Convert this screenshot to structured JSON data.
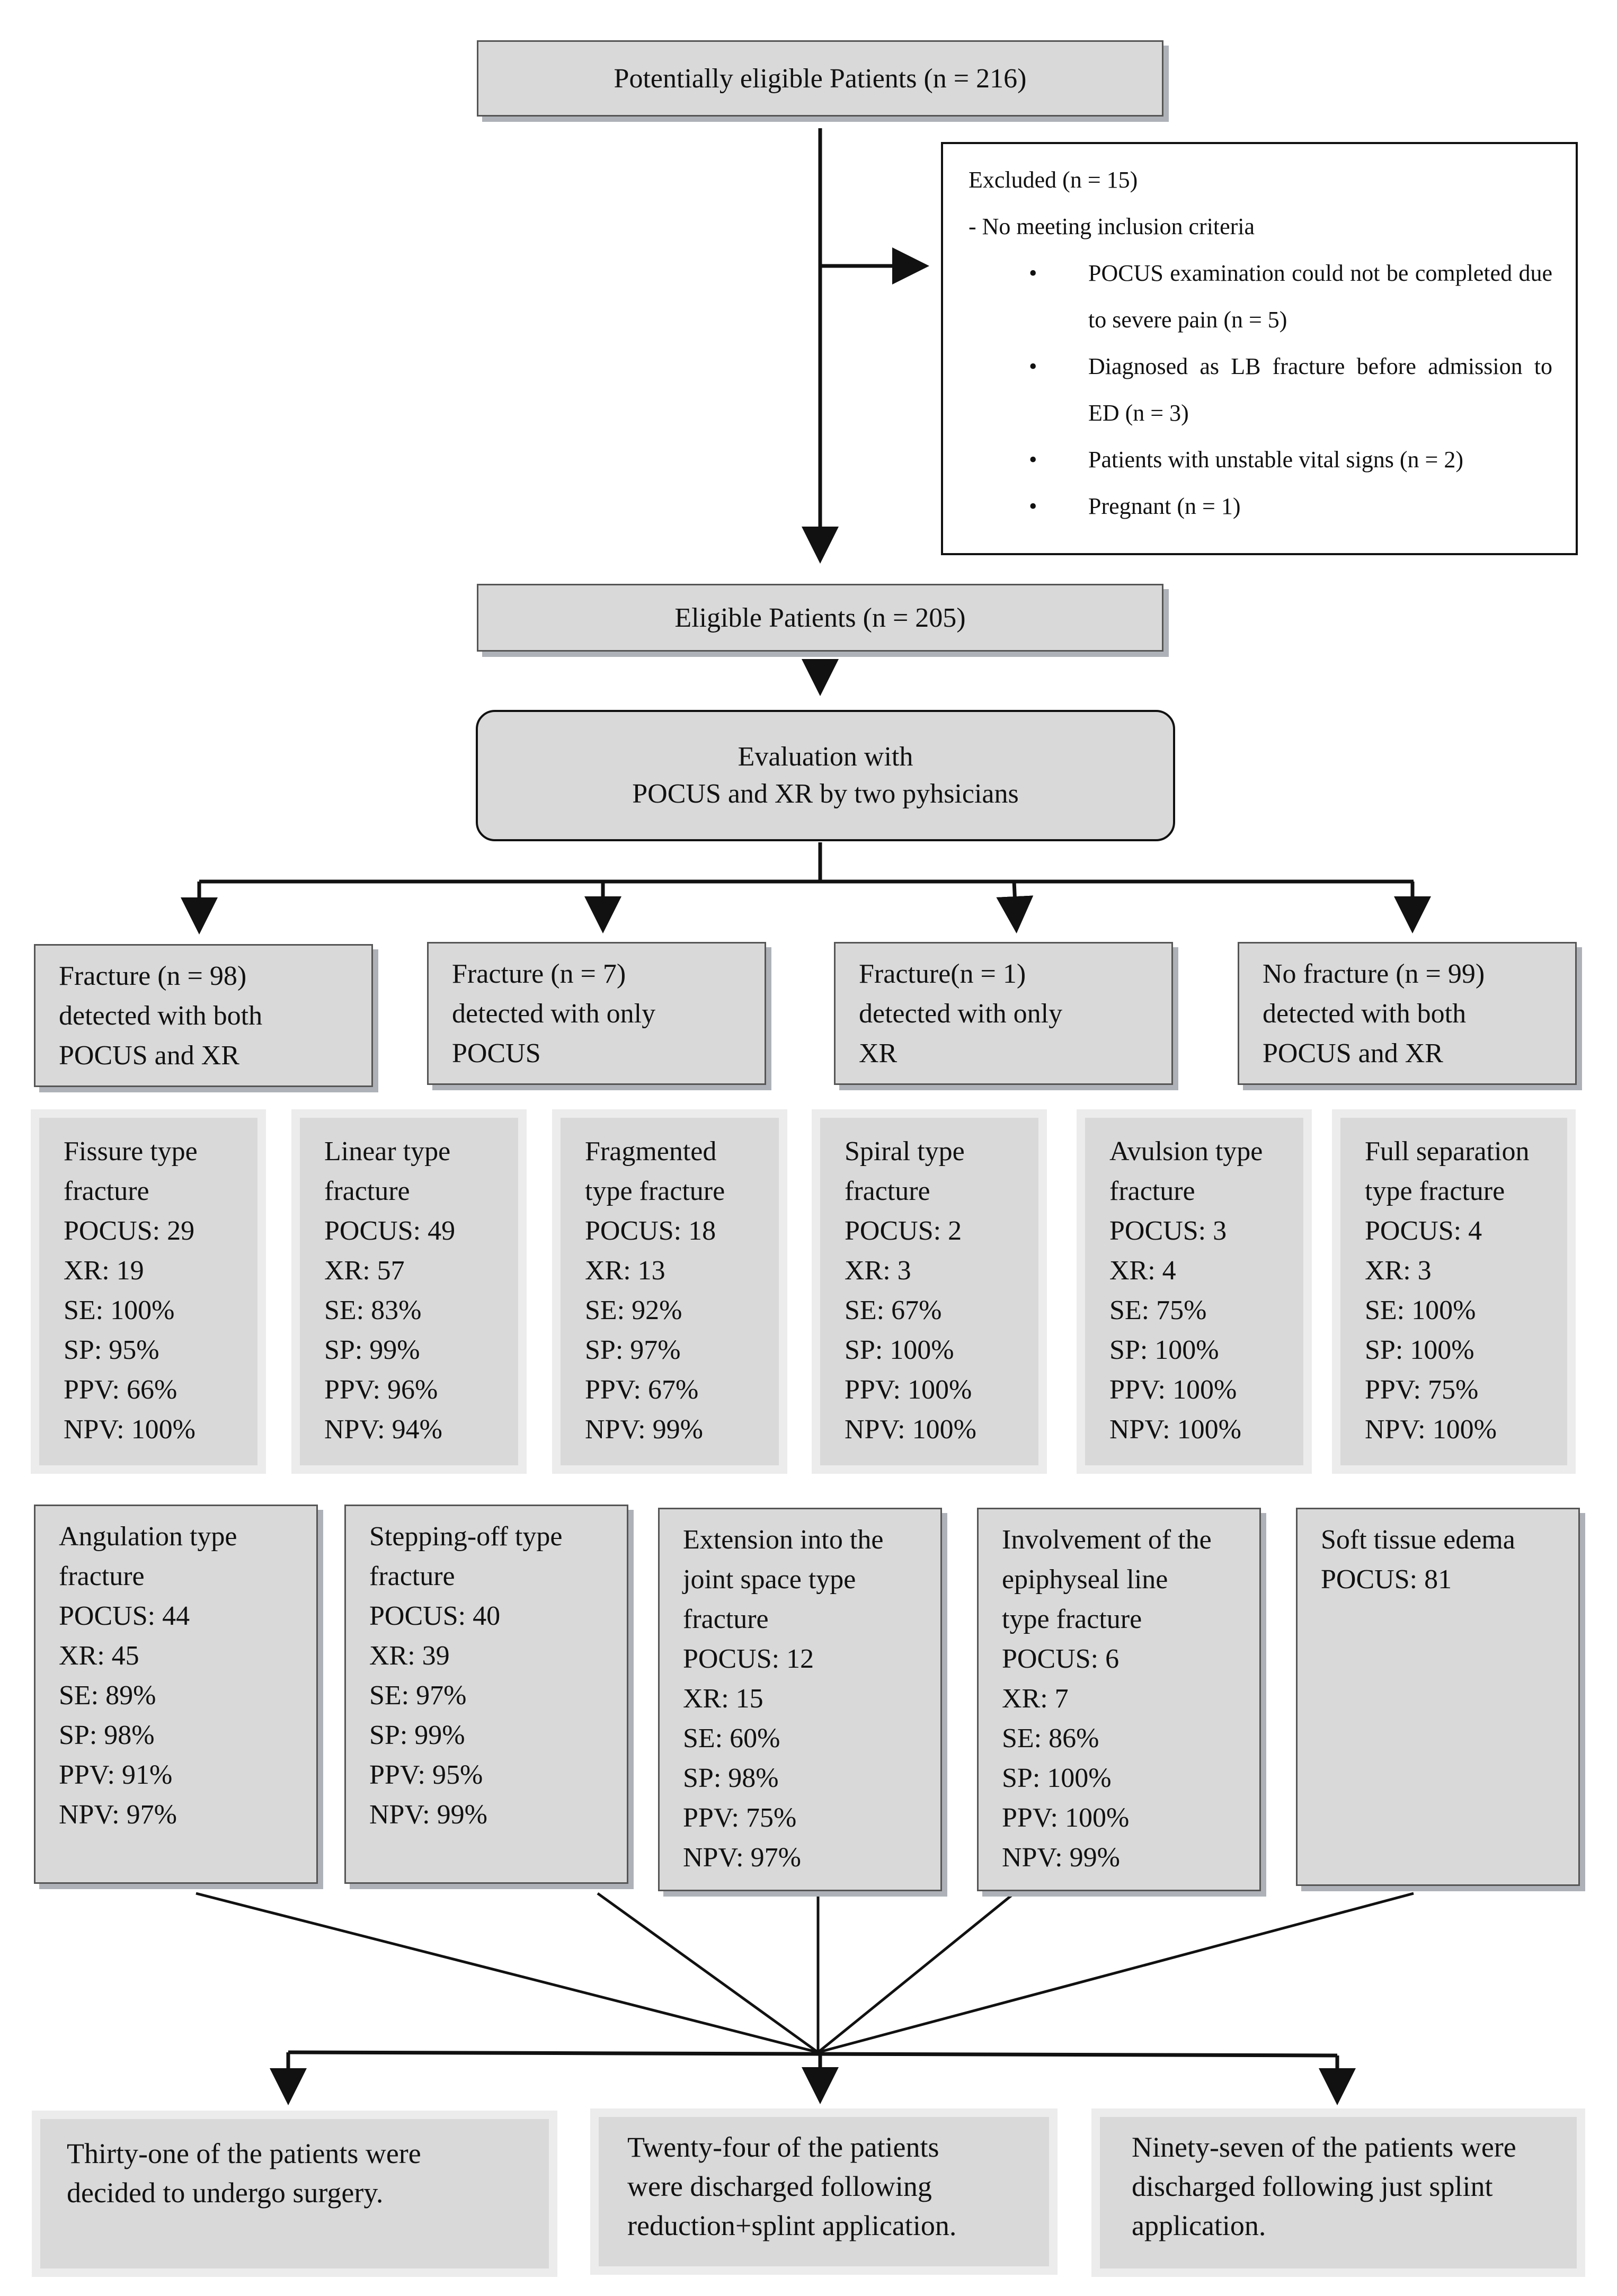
{
  "top": {
    "label": "Potentially eligible Patients (n = 216)"
  },
  "excluded": {
    "title": "Excluded (n = 15)",
    "subtitle": "-  No meeting inclusion criteria",
    "items": [
      "POCUS examination could not be completed due to severe pain (n = 5)",
      "Diagnosed as LB fracture before admission to ED (n = 3)",
      "Patients with unstable vital signs (n = 2)",
      "Pregnant (n = 1)"
    ],
    "bullet": "•"
  },
  "eligible": {
    "label": "Eligible Patients (n = 205)"
  },
  "evaluation": {
    "line1": "Evaluation with",
    "line2": "POCUS and XR by two pyhsicians"
  },
  "categories": [
    {
      "l1": "Fracture (n = 98)",
      "l2": "detected with both",
      "l3": "POCUS and XR"
    },
    {
      "l1": "Fracture (n = 7)",
      "l2": "detected with only",
      "l3": "POCUS"
    },
    {
      "l1": "Fracture(n = 1)",
      "l2": "detected with only",
      "l3": "XR"
    },
    {
      "l1": "No fracture (n = 99)",
      "l2": "detected with both",
      "l3": "POCUS and XR"
    }
  ],
  "types_row1": [
    {
      "name1": "Fissure type",
      "name2": "fracture",
      "pocus": "POCUS: 29",
      "xr": "XR: 19",
      "se": "SE: 100%",
      "sp": "SP: 95%",
      "ppv": "PPV: 66%",
      "npv": "NPV: 100%"
    },
    {
      "name1": "Linear type",
      "name2": "fracture",
      "pocus": "POCUS: 49",
      "xr": "XR: 57",
      "se": "SE: 83%",
      "sp": "SP: 99%",
      "ppv": "PPV: 96%",
      "npv": "NPV: 94%"
    },
    {
      "name1": "Fragmented",
      "name2": "type fracture",
      "pocus": "POCUS: 18",
      "xr": "XR: 13",
      "se": "SE: 92%",
      "sp": "SP: 97%",
      "ppv": "PPV: 67%",
      "npv": "NPV: 99%"
    },
    {
      "name1": "Spiral type",
      "name2": "fracture",
      "pocus": "POCUS: 2",
      "xr": "XR: 3",
      "se": "SE: 67%",
      "sp": "SP: 100%",
      "ppv": "PPV: 100%",
      "npv": "NPV: 100%"
    },
    {
      "name1": "Avulsion type",
      "name2": "fracture",
      "pocus": "POCUS: 3",
      "xr": "XR: 4",
      "se": "SE: 75%",
      "sp": "SP: 100%",
      "ppv": "PPV: 100%",
      "npv": "NPV: 100%"
    },
    {
      "name1": "Full separation",
      "name2": "type fracture",
      "pocus": "POCUS: 4",
      "xr": "XR: 3",
      "se": "SE: 100%",
      "sp": "SP: 100%",
      "ppv": "PPV: 75%",
      "npv": "NPV: 100%"
    }
  ],
  "types_row2": [
    {
      "lines": [
        "Angulation type",
        "fracture",
        "POCUS: 44",
        "XR: 45",
        "SE: 89%",
        "SP: 98%",
        "PPV: 91%",
        "NPV: 97%"
      ]
    },
    {
      "lines": [
        "Stepping-off type",
        "fracture",
        "POCUS: 40",
        "XR: 39",
        "SE: 97%",
        "SP: 99%",
        "PPV: 95%",
        "NPV: 99%"
      ]
    },
    {
      "lines": [
        "Extension into the",
        "joint space type",
        "fracture",
        "POCUS: 12",
        "XR: 15",
        "SE: 60%",
        "SP: 98%",
        "PPV: 75%",
        "NPV: 97%"
      ]
    },
    {
      "lines": [
        "Involvement of the",
        "epiphyseal line",
        "type fracture",
        "POCUS: 6",
        "XR: 7",
        "SE: 86%",
        "SP: 100%",
        "PPV: 100%",
        "NPV: 99%"
      ]
    },
    {
      "lines": [
        "Soft tissue edema",
        "POCUS: 81"
      ]
    }
  ],
  "outcomes": [
    {
      "l1": "Thirty-one of the patients were",
      "l2": "decided to undergo surgery.",
      "l3": ""
    },
    {
      "l1": "Twenty-four of the patients",
      "l2": "were discharged following",
      "l3": "reduction+splint application."
    },
    {
      "l1": "Ninety-seven of the patients were",
      "l2": "discharged following just splint",
      "l3": "application."
    }
  ]
}
